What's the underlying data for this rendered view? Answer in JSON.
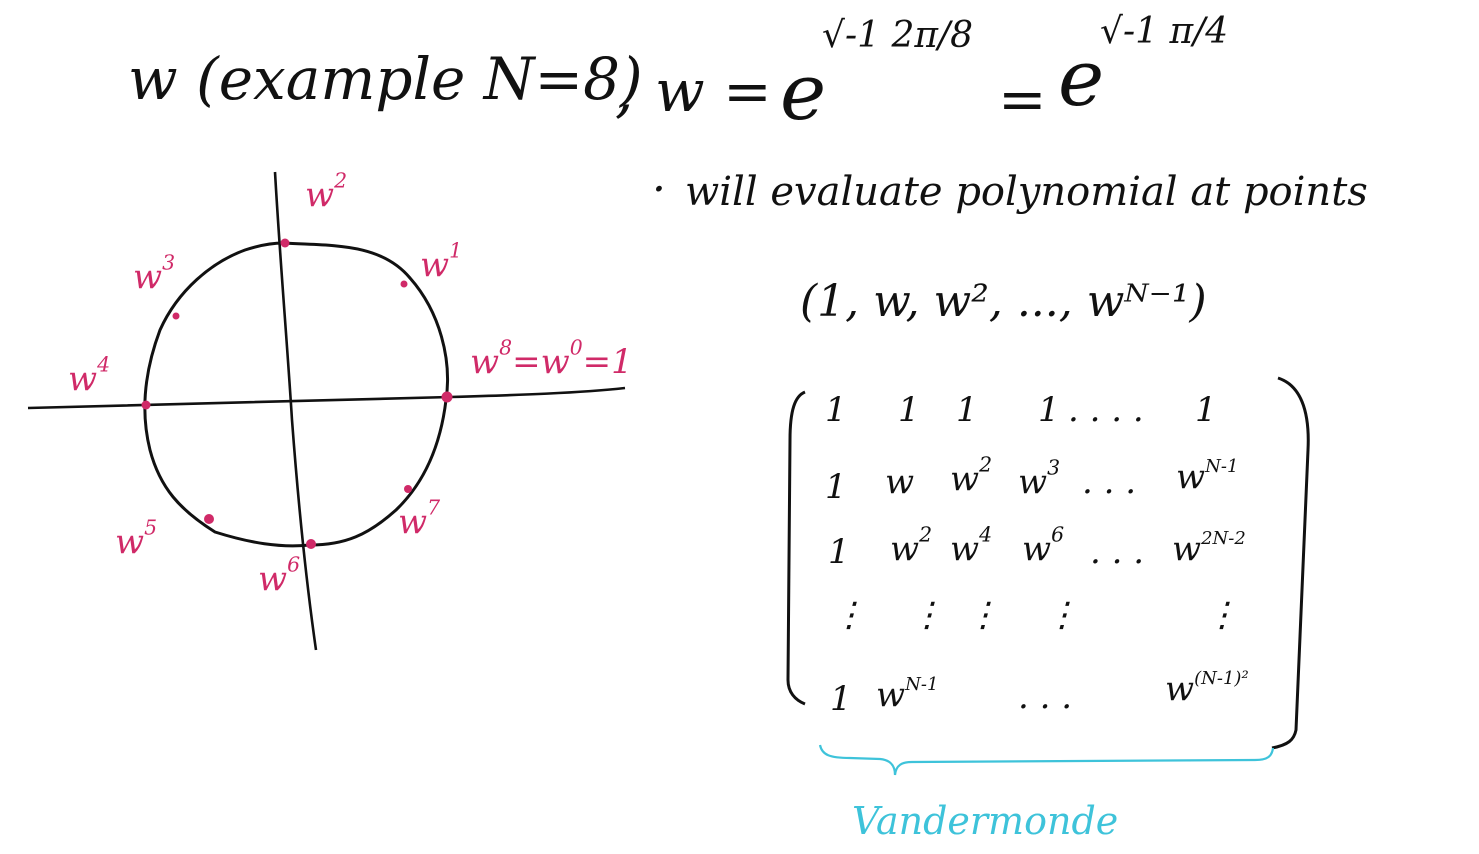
{
  "title": {
    "lhs": "w (example N=8)",
    "comma": ",",
    "w_eq": "w =",
    "e1": "e",
    "exp1": "√-1 2π/8",
    "eq": "=",
    "e2": "e",
    "exp2": "√-1 π/4"
  },
  "note": {
    "bullet": "·",
    "text": "will evaluate polynomial at points",
    "points_set": "(1, w, w², ..., wᴺ⁻¹)"
  },
  "circle": {
    "labels": {
      "w2": "w",
      "w2_exp": "2",
      "w1": "w",
      "w1_exp": "1",
      "w3": "w",
      "w3_exp": "3",
      "w4": "w",
      "w4_exp": "4",
      "w0": "w",
      "w0_exp": "8",
      "w0_mid": "=w",
      "w0_exp2": "0",
      "w0_end": "=1",
      "w5": "w",
      "w5_exp": "5",
      "w6": "w",
      "w6_exp": "6",
      "w7": "w",
      "w7_exp": "7"
    },
    "point_color": "#d02a68"
  },
  "matrix": {
    "r0": [
      "1",
      "1",
      "1",
      "1",
      ". . . .",
      "1"
    ],
    "r1": {
      "c0": "1",
      "c1": "w",
      "c2": "w",
      "c2e": "2",
      "c3": "w",
      "c3e": "3",
      "dots": ". . .",
      "c5": "w",
      "c5e": "N-1"
    },
    "r2": {
      "c0": "1",
      "c1": "w",
      "c1e": "2",
      "c2": "w",
      "c2e": "4",
      "c3": "w",
      "c3e": "6",
      "dots": ". . .",
      "c5": "w",
      "c5e": "2N-2"
    },
    "r3": [
      "⋮",
      "⋮",
      "⋮",
      "⋮",
      "⋮"
    ],
    "r4": {
      "c0": "1",
      "c1": "w",
      "c1e": "N-1",
      "dots": ". . .",
      "c5": "w",
      "c5e": "(N-1)²"
    }
  },
  "brace_label": "Vandermonde",
  "colors": {
    "ink": "#111111",
    "accent": "#d02a68",
    "brace": "#3ec3da"
  }
}
